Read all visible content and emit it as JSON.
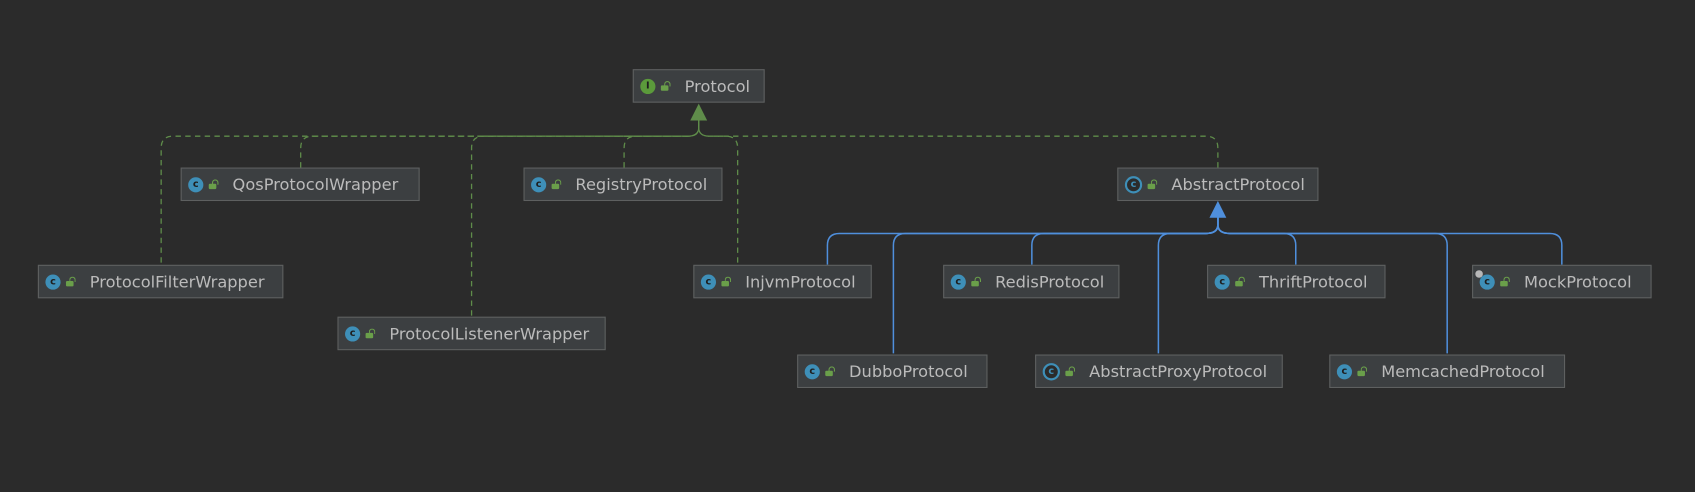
{
  "diagram": {
    "nodes": [
      {
        "id": "protocol",
        "label": "Protocol",
        "kind": "interface",
        "kind_letter": "I"
      },
      {
        "id": "qos",
        "label": "QosProtocolWrapper",
        "kind": "class",
        "kind_letter": "c"
      },
      {
        "id": "registry",
        "label": "RegistryProtocol",
        "kind": "class",
        "kind_letter": "c"
      },
      {
        "id": "abstract",
        "label": "AbstractProtocol",
        "kind": "abstract",
        "kind_letter": "c"
      },
      {
        "id": "filter",
        "label": "ProtocolFilterWrapper",
        "kind": "class",
        "kind_letter": "c"
      },
      {
        "id": "listener",
        "label": "ProtocolListenerWrapper",
        "kind": "class",
        "kind_letter": "c"
      },
      {
        "id": "injvm",
        "label": "InjvmProtocol",
        "kind": "class",
        "kind_letter": "c"
      },
      {
        "id": "redis",
        "label": "RedisProtocol",
        "kind": "class",
        "kind_letter": "c"
      },
      {
        "id": "thrift",
        "label": "ThriftProtocol",
        "kind": "class",
        "kind_letter": "c"
      },
      {
        "id": "mock",
        "label": "MockProtocol",
        "kind": "class-mark",
        "kind_letter": "c"
      },
      {
        "id": "dubbo",
        "label": "DubboProtocol",
        "kind": "class",
        "kind_letter": "c"
      },
      {
        "id": "proxy",
        "label": "AbstractProxyProtocol",
        "kind": "abstract",
        "kind_letter": "c"
      },
      {
        "id": "memcached",
        "label": "MemcachedProtocol",
        "kind": "class",
        "kind_letter": "c"
      }
    ],
    "edges": [
      {
        "from": "filter",
        "to": "protocol",
        "relation": "implements"
      },
      {
        "from": "qos",
        "to": "protocol",
        "relation": "implements"
      },
      {
        "from": "listener",
        "to": "protocol",
        "relation": "implements"
      },
      {
        "from": "registry",
        "to": "protocol",
        "relation": "implements"
      },
      {
        "from": "injvm",
        "to": "protocol",
        "relation": "implements"
      },
      {
        "from": "abstract",
        "to": "protocol",
        "relation": "implements"
      },
      {
        "from": "injvm",
        "to": "abstract",
        "relation": "extends"
      },
      {
        "from": "dubbo",
        "to": "abstract",
        "relation": "extends"
      },
      {
        "from": "redis",
        "to": "abstract",
        "relation": "extends"
      },
      {
        "from": "proxy",
        "to": "abstract",
        "relation": "extends"
      },
      {
        "from": "thrift",
        "to": "abstract",
        "relation": "extends"
      },
      {
        "from": "memcached",
        "to": "abstract",
        "relation": "extends"
      },
      {
        "from": "mock",
        "to": "abstract",
        "relation": "extends"
      }
    ],
    "colors": {
      "background": "#2b2b2b",
      "node_fill": "#3c3f41",
      "node_border": "#5e6060",
      "text": "#bbbbbb",
      "implements_edge": "#5f8c4a",
      "extends_edge": "#4f8fdc",
      "class_icon": "#3e8fb8",
      "interface_icon": "#5b9a3b"
    }
  }
}
